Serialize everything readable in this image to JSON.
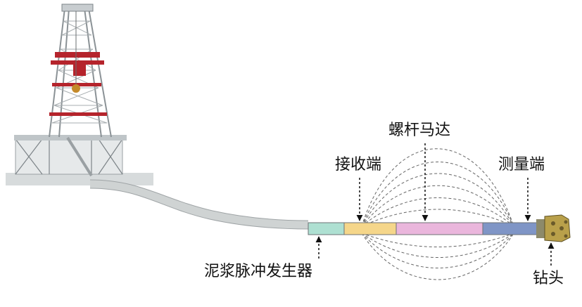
{
  "labels": {
    "receiver_end": "接收端",
    "screw_motor": "螺杆马达",
    "measurement_end": "测量端",
    "mud_pulse_generator": "泥浆脉冲发生器",
    "drill_bit": "钻头"
  },
  "colors": {
    "pulse_generator": "#aee0d2",
    "receiver": "#f5d68a",
    "screw_motor": "#eab6dc",
    "measurement": "#7f95c6",
    "derrick_red": "#b5242c",
    "drill_pipe": "#cfd3d3",
    "field_lines": "#666666"
  }
}
